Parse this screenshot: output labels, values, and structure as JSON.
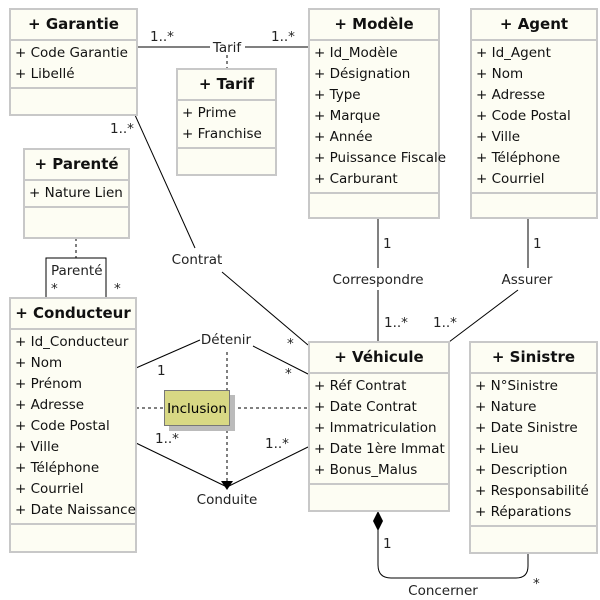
{
  "classes": {
    "garantie": {
      "title": "+ Garantie",
      "attributes": [
        "+ Code Garantie",
        "+ Libellé"
      ]
    },
    "tarif": {
      "title": "+ Tarif",
      "attributes": [
        "+ Prime",
        "+ Franchise"
      ]
    },
    "modele": {
      "title": "+ Modèle",
      "attributes": [
        "+ Id_Modèle",
        "+ Désignation",
        "+ Type",
        "+ Marque",
        "+ Année",
        "+ Puissance Fiscale",
        "+ Carburant"
      ]
    },
    "agent": {
      "title": "+ Agent",
      "attributes": [
        "+ Id_Agent",
        "+ Nom",
        "+ Adresse",
        "+ Code Postal",
        "+ Ville",
        "+ Téléphone",
        "+ Courriel"
      ]
    },
    "parente": {
      "title": "+ Parenté",
      "attributes": [
        "+ Nature Lien"
      ]
    },
    "conducteur": {
      "title": "+ Conducteur",
      "attributes": [
        "+ Id_Conducteur",
        "+ Nom",
        "+ Prénom",
        "+ Adresse",
        "+ Code Postal",
        "+ Ville",
        "+ Téléphone",
        "+ Courriel",
        "+ Date Naissance"
      ]
    },
    "vehicule": {
      "title": "+ Véhicule",
      "attributes": [
        "+ Réf Contrat",
        "+ Date Contrat",
        "+ Immatriculation",
        "+ Date 1ère Immat",
        "+ Bonus_Malus"
      ]
    },
    "sinistre": {
      "title": "+ Sinistre",
      "attributes": [
        "+ N°Sinistre",
        "+ Nature",
        "+ Date Sinistre",
        "+ Lieu",
        "+ Description",
        "+ Responsabilité",
        "+ Réparations"
      ]
    }
  },
  "associations": {
    "tarif": {
      "label": "Tarif",
      "m1": "1..*",
      "m2": "1..*"
    },
    "contrat": {
      "label": "Contrat",
      "m1": "1..*",
      "m2": "*"
    },
    "correspondre": {
      "label": "Correspondre",
      "m1": "1",
      "m2": "1..*"
    },
    "assurer": {
      "label": "Assurer",
      "m1": "1",
      "m2": "1..*"
    },
    "detenir": {
      "label": "Détenir",
      "m1": "1",
      "m2": "*"
    },
    "conduite": {
      "label": "Conduite",
      "m1": "1..*",
      "m2": "1..*"
    },
    "concerner": {
      "label": "Concerner",
      "m1": "1",
      "m2": "*"
    },
    "parente": {
      "label": "Parenté",
      "m1": "*",
      "m2": "*"
    }
  },
  "note": {
    "text": "Inclusion"
  }
}
